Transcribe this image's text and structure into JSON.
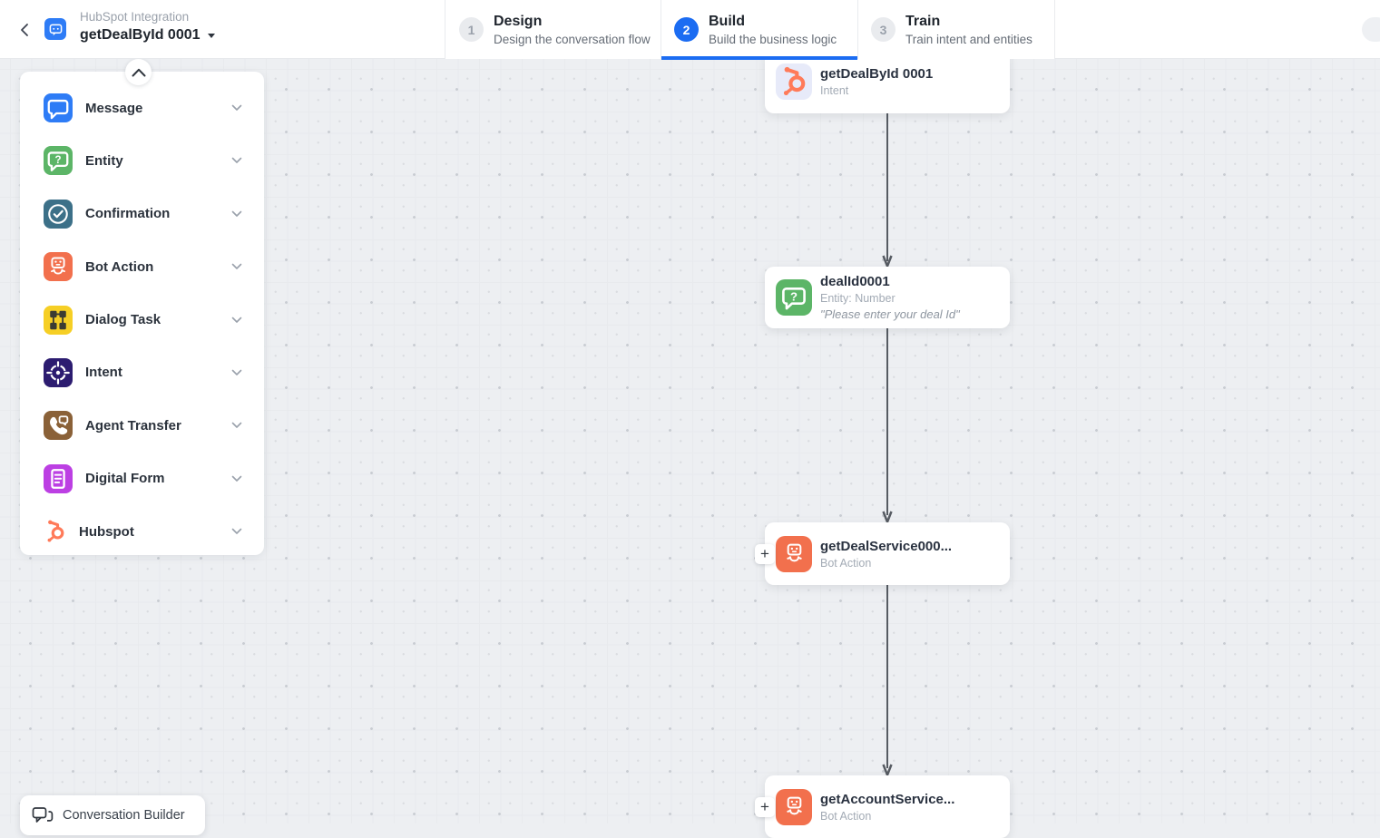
{
  "header": {
    "breadcrumb": "HubSpot Integration",
    "title": "getDealById 0001",
    "tabs": [
      {
        "step": "1",
        "label": "Design",
        "description": "Design the conversation flow",
        "active": false
      },
      {
        "step": "2",
        "label": "Build",
        "description": "Build the business logic",
        "active": true
      },
      {
        "step": "3",
        "label": "Train",
        "description": "Train intent and entities",
        "active": false
      }
    ],
    "accent_color": "#1b6cf2"
  },
  "palette": {
    "collapse_icon": "chevron-up-icon",
    "items": [
      {
        "label": "Message",
        "icon": "message-icon",
        "color": "#2e7cf6"
      },
      {
        "label": "Entity",
        "icon": "entity-icon",
        "color": "#5cb567"
      },
      {
        "label": "Confirmation",
        "icon": "confirmation-icon",
        "color": "#3c7088"
      },
      {
        "label": "Bot Action",
        "icon": "bot-action-icon",
        "color": "#f2704d"
      },
      {
        "label": "Dialog Task",
        "icon": "dialog-task-icon",
        "color": "#f6cf25"
      },
      {
        "label": "Intent",
        "icon": "intent-icon",
        "color": "#2c1c70"
      },
      {
        "label": "Agent Transfer",
        "icon": "agent-transfer-icon",
        "color": "#8a6138"
      },
      {
        "label": "Digital Form",
        "icon": "digital-form-icon",
        "color": "#bc3fe3"
      },
      {
        "label": "Hubspot",
        "icon": "hubspot-icon",
        "color": "transparent"
      }
    ]
  },
  "flow": {
    "nodes": [
      {
        "title": "getDealById 0001",
        "subtitle": "Intent",
        "quote": "",
        "icon": "hubspot-icon",
        "icon_bg": "#e7eaf9",
        "add": false
      },
      {
        "title": "dealId0001",
        "subtitle": "Entity: Number",
        "quote": "\"Please enter your deal Id\"",
        "icon": "entity-icon",
        "icon_bg": "#5cb567",
        "add": false
      },
      {
        "title": "getDealService000...",
        "subtitle": "Bot Action",
        "quote": "",
        "icon": "bot-action-icon",
        "icon_bg": "#f2704d",
        "add": true
      },
      {
        "title": "getAccountService...",
        "subtitle": "Bot Action",
        "quote": "",
        "icon": "bot-action-icon",
        "icon_bg": "#f2704d",
        "add": true
      }
    ],
    "connector_color": "#565b62",
    "add_button_label": "+"
  },
  "footer": {
    "label": "Conversation Builder",
    "icon": "chat-bubbles-icon"
  }
}
